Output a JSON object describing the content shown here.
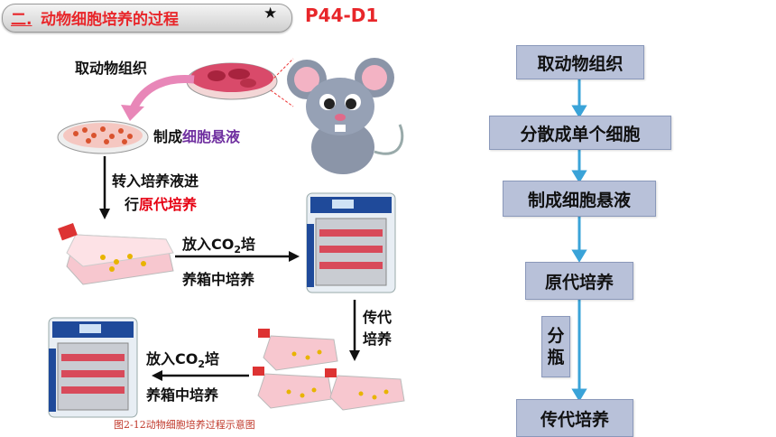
{
  "header": {
    "section_num": "二.",
    "title": "动物细胞培养的过程",
    "star": "★",
    "code": "P44-D1"
  },
  "diagram": {
    "take_tissue": "取动物组织",
    "make_prefix": "制成",
    "make_highlight": "细胞悬液",
    "transfer_line1": "转入培养液进",
    "transfer_prefix": "行",
    "transfer_highlight": "原代培养",
    "co2_a_pre": "放入CO",
    "co2_a_sub": "2",
    "co2_a_post": "培",
    "co2_a_line2": "养箱中培养",
    "passage_line1": "传代",
    "passage_line2": "培养",
    "co2_b_pre": "放入CO",
    "co2_b_sub": "2",
    "co2_b_post": "培",
    "co2_b_line2": "养箱中培养",
    "caption": "图2-12动物细胞培养过程示意图"
  },
  "flow": {
    "steps": [
      "取动物组织",
      "分散成单个细胞",
      "制成细胞悬液",
      "原代培养",
      "传代培养"
    ],
    "split_char1": "分",
    "split_char2": "瓶"
  },
  "colors": {
    "accent_red": "#e8262a",
    "purple": "#7030a0",
    "box_fill": "#b8c1d9",
    "arrow_blue": "#3aa3d8"
  }
}
